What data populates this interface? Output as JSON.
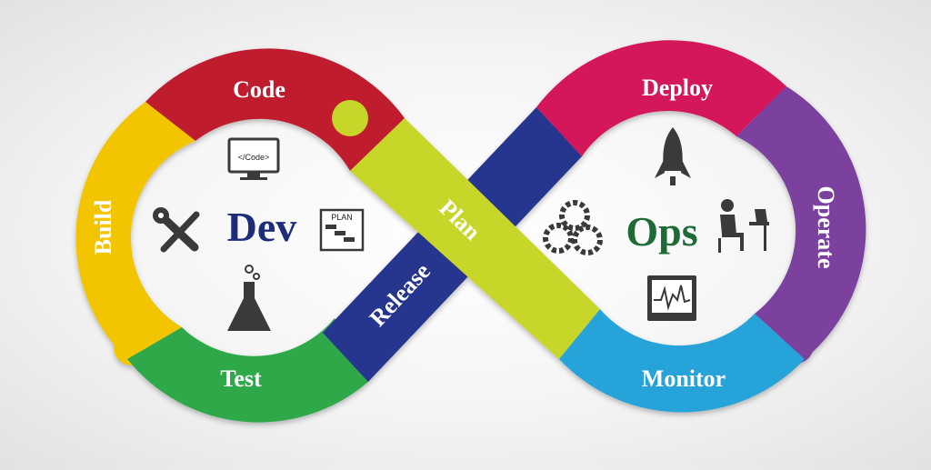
{
  "diagram": {
    "dev_word": "Dev",
    "ops_word": "Ops",
    "stages": {
      "code": "Code",
      "build": "Build",
      "test": "Test",
      "release": "Release",
      "plan": "Plan",
      "deploy": "Deploy",
      "operate": "Operate",
      "monitor": "Monitor"
    },
    "icon_text": {
      "code_screen": "</Code>",
      "plan_board": "PLAN"
    },
    "colors": {
      "code": "#bf1e2e",
      "build": "#f2c500",
      "test": "#2ea84a",
      "release": "#26358e",
      "plan": "#c8d62a",
      "deploy": "#d4145a",
      "operate": "#7b3f9e",
      "monitor": "#27a3d8",
      "dev_text": "#1f2c7a",
      "ops_text": "#1f6b37",
      "icon": "#3a3a3a"
    }
  }
}
